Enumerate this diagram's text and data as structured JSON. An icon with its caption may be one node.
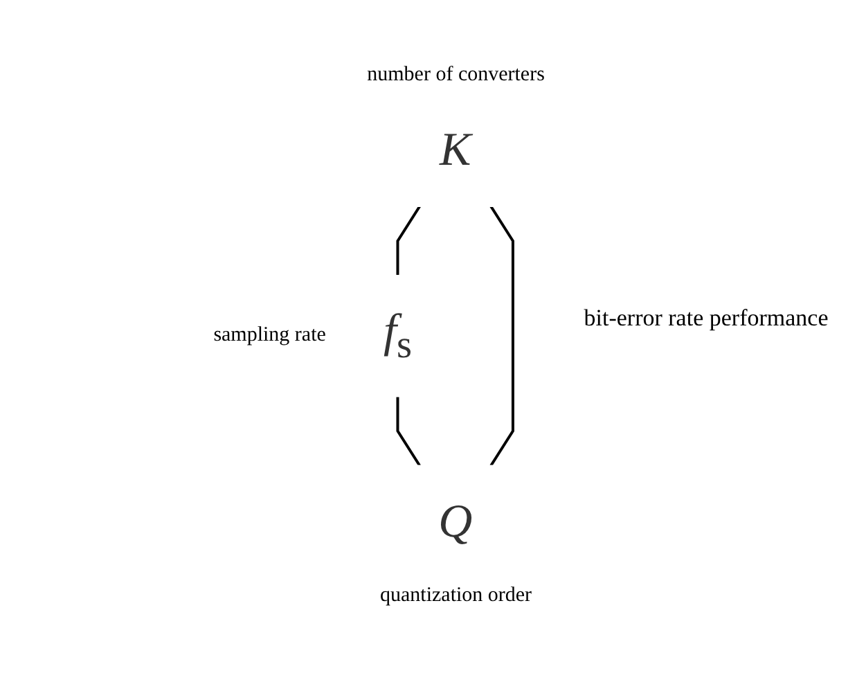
{
  "diagram": {
    "nodes": [
      {
        "text": [
          "*K*"
        ],
        "beside": [
          "number of converters"
        ]
      },
      {
        "text": [
          "*f*$_{s}$"
        ],
        "beside": [
          "sampling rate"
        ]
      },
      {
        "text": [
          "*Q*"
        ],
        "beside": [
          "quantization order"
        ]
      }
    ],
    "edges": [
      {
        "from": 0,
        "to": 1,
        "arrow": "none"
      },
      {
        "from": 1,
        "to": 2,
        "arrow": "none"
      },
      {
        "from": 0,
        "to": 2,
        "arrow": "none"
      }
    ],
    "labels": [
      "bit-error rate performance"
    ]
  }
}
